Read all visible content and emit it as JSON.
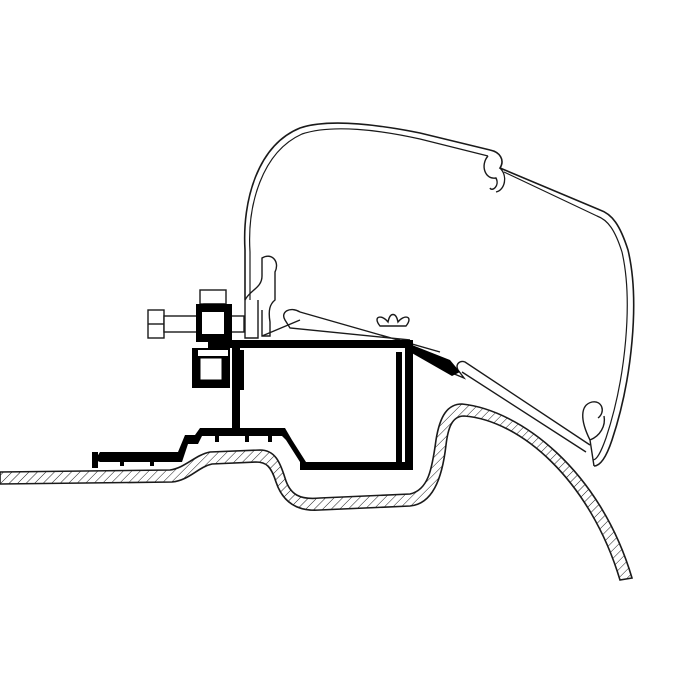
{
  "diagram": {
    "colors": {
      "background": "#ffffff",
      "line": "#1a1a1a",
      "profile_fill": "#000000"
    },
    "parts": [
      "awning-housing",
      "vehicle-roof",
      "adapter-profile",
      "mounting-bolt",
      "nut-block"
    ]
  }
}
